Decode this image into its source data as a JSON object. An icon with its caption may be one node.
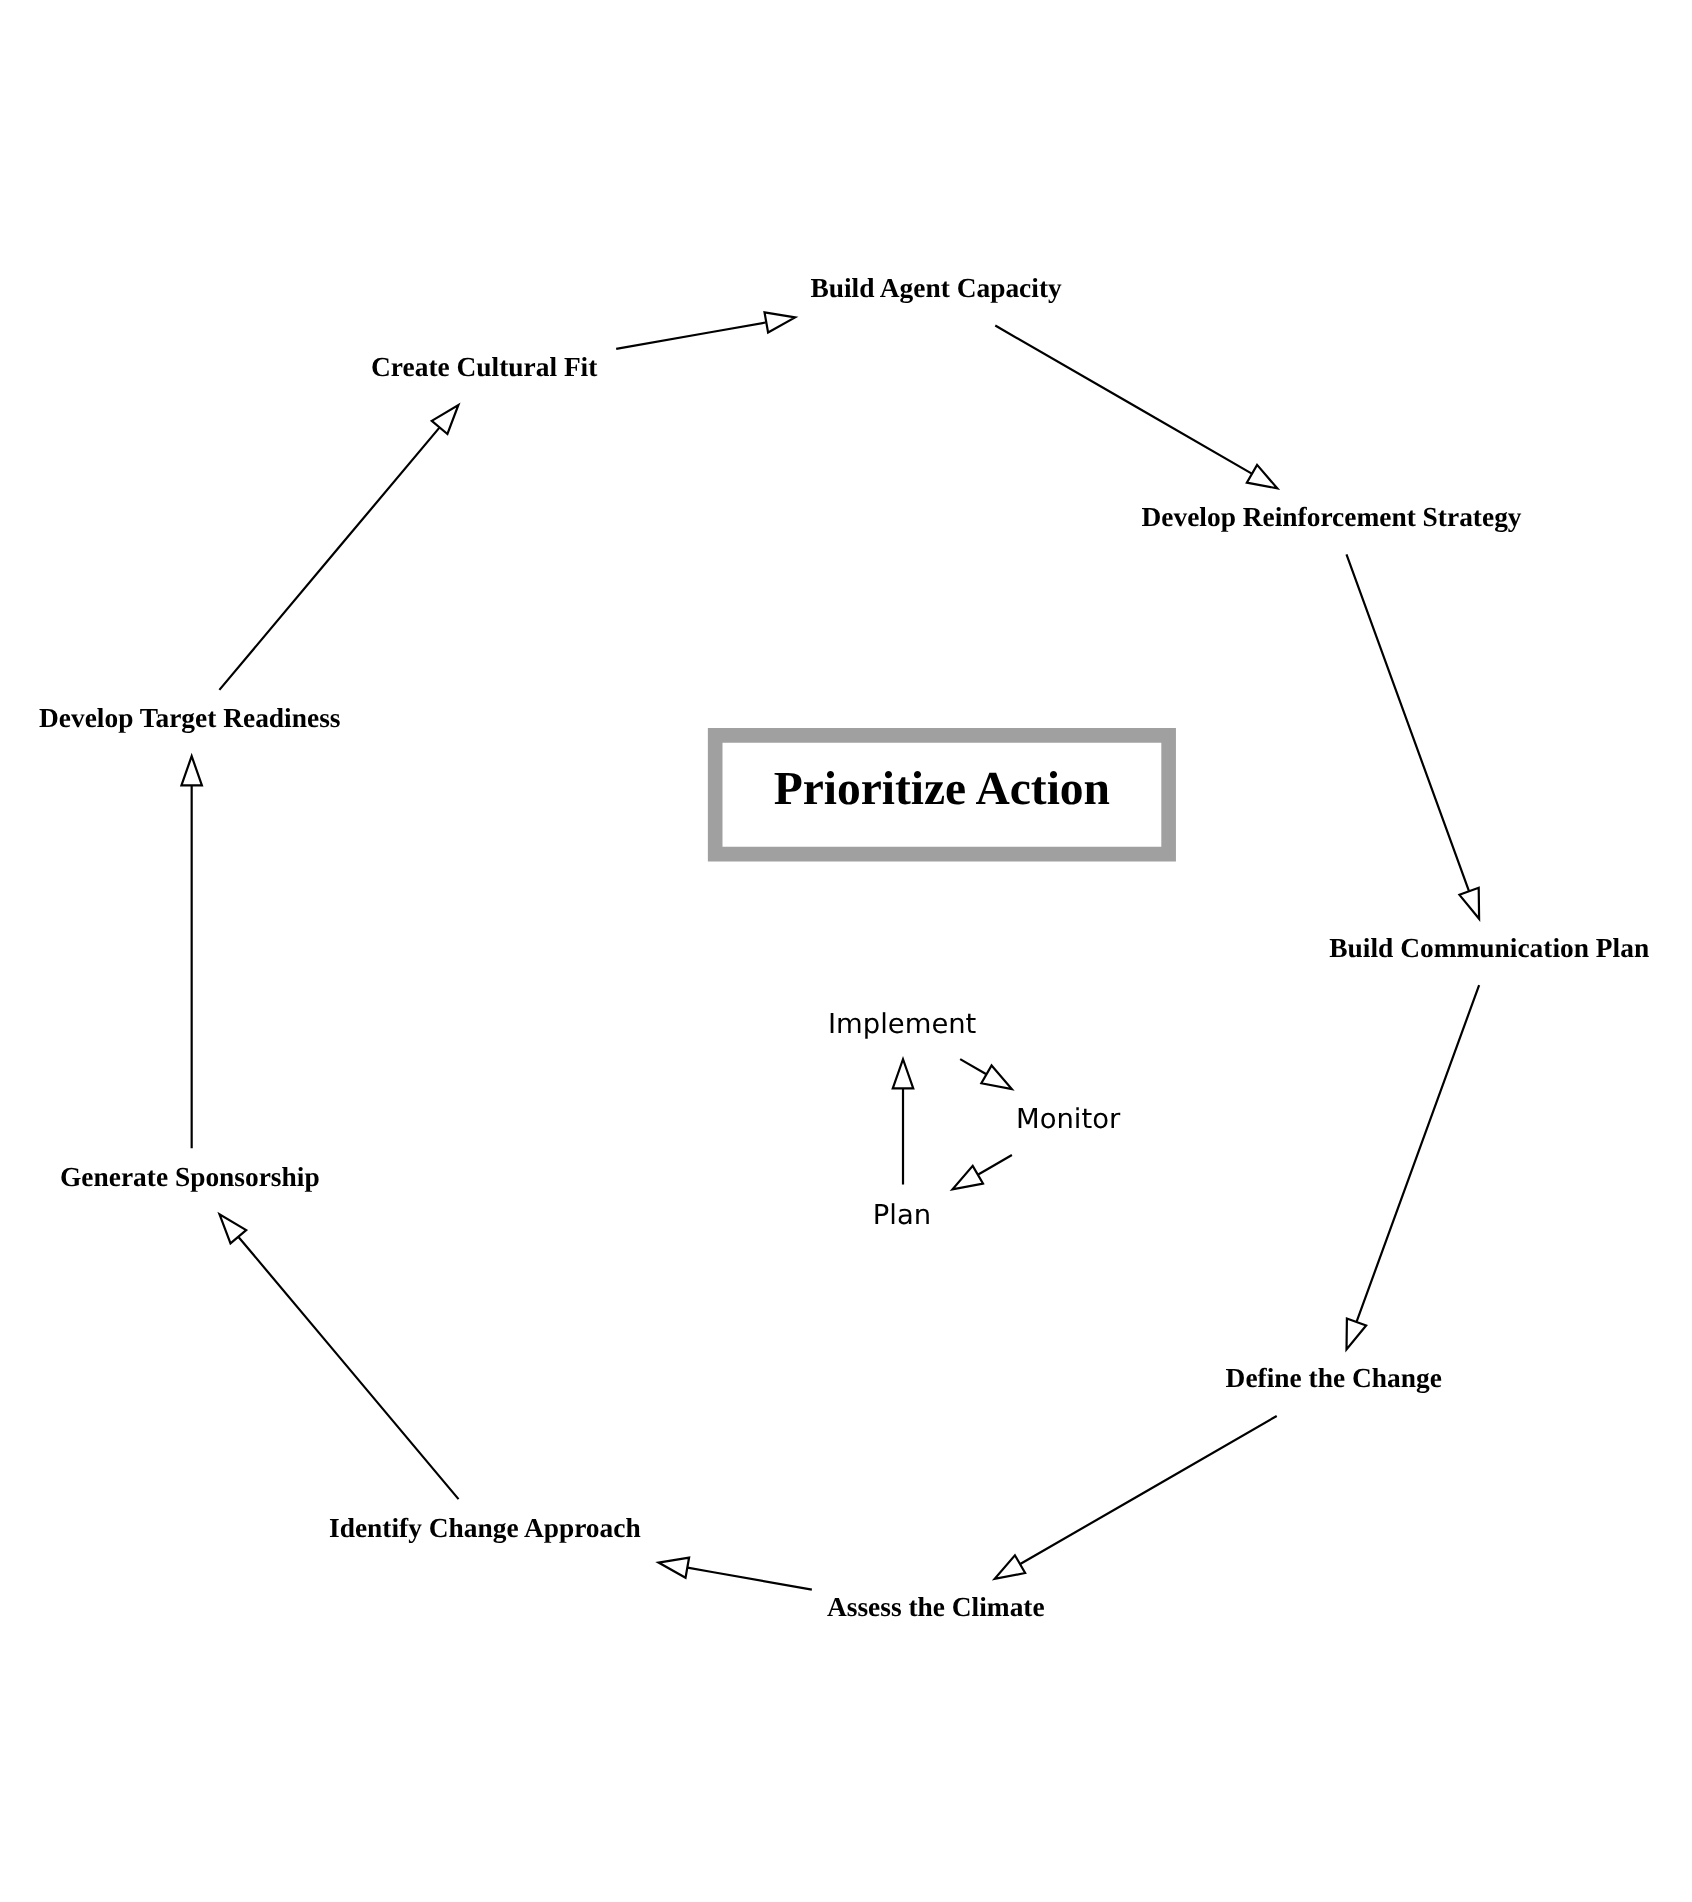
{
  "diagram": {
    "nodes": [
      {
        "text": [
          "Define the Change"
        ]
      },
      {
        "text": [
          "Assess the Climate"
        ]
      },
      {
        "text": [
          "Identify Change Approach"
        ]
      },
      {
        "text": [
          "Generate Sponsorship"
        ]
      },
      {
        "text": [
          "Develop Target Readiness"
        ]
      },
      {
        "text": [
          "Create Cultural Fit"
        ]
      },
      {
        "text": [
          "Build Agent Capacity"
        ]
      },
      {
        "text": [
          "Develop Reinforcement Strategy"
        ]
      },
      {
        "text": [
          "Build Communication Plan"
        ]
      },
      {
        "text": [
          "Prioritize Action"
        ]
      },
      {
        "text": [
          "Plan"
        ]
      },
      {
        "text": [
          "Implement"
        ]
      },
      {
        "text": [
          "Monitor"
        ]
      }
    ],
    "edges": [
      {
        "from": 0,
        "to": 1,
        "arrow": "to"
      },
      {
        "from": 1,
        "to": 2,
        "arrow": "to"
      },
      {
        "from": 2,
        "to": 3,
        "arrow": "to"
      },
      {
        "from": 3,
        "to": 4,
        "arrow": "to"
      },
      {
        "from": 4,
        "to": 5,
        "arrow": "to"
      },
      {
        "from": 5,
        "to": 6,
        "arrow": "to"
      },
      {
        "from": 6,
        "to": 7,
        "arrow": "to"
      },
      {
        "from": 7,
        "to": 8,
        "arrow": "to"
      },
      {
        "from": 8,
        "to": 0,
        "arrow": "to"
      },
      {
        "from": 10,
        "to": 11,
        "arrow": "to"
      },
      {
        "from": 11,
        "to": 12,
        "arrow": "to"
      },
      {
        "from": 12,
        "to": 10,
        "arrow": "to"
      }
    ]
  }
}
